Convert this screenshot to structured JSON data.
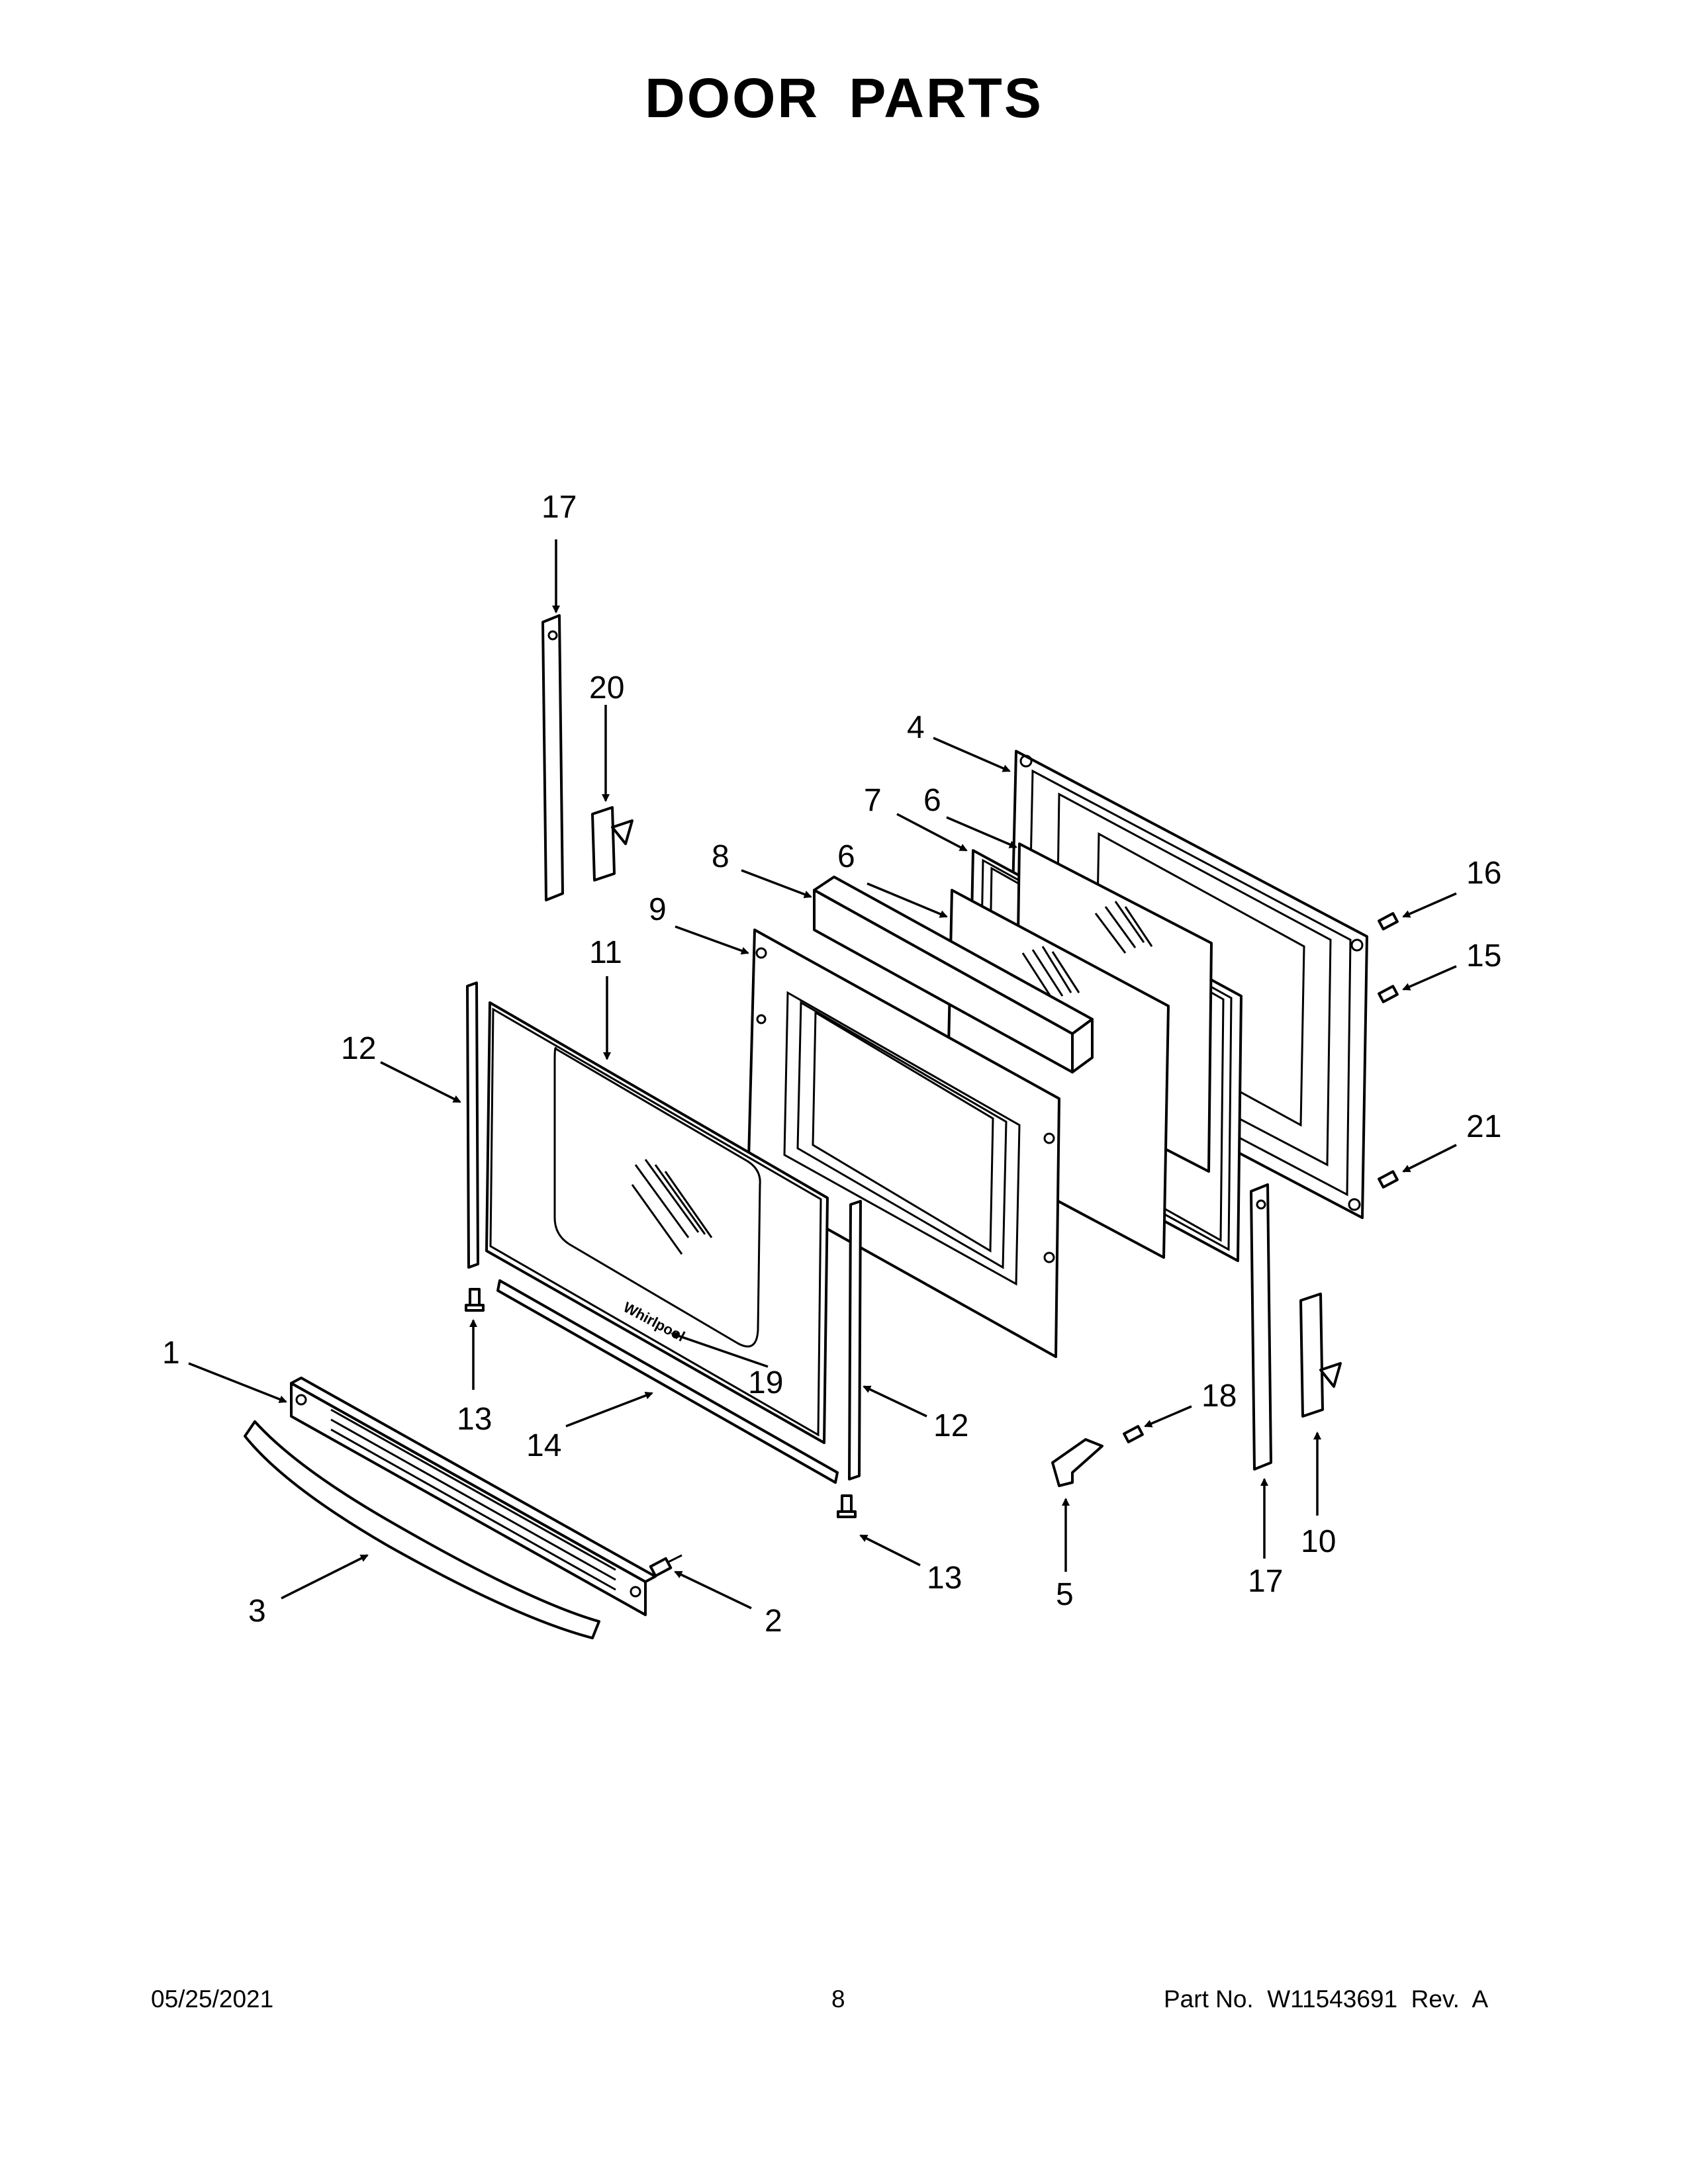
{
  "page": {
    "title": "DOOR PARTS",
    "footer": {
      "date": "05/25/2021",
      "page_number": "8",
      "part_number": "Part No.  W11543691  Rev.  A"
    }
  },
  "diagram": {
    "brand_mark": "Whirlpool",
    "callouts": [
      "1",
      "2",
      "3",
      "4",
      "5",
      "6",
      "6",
      "7",
      "8",
      "9",
      "10",
      "11",
      "12",
      "12",
      "13",
      "13",
      "14",
      "15",
      "16",
      "17",
      "17",
      "18",
      "19",
      "20",
      "21"
    ]
  }
}
